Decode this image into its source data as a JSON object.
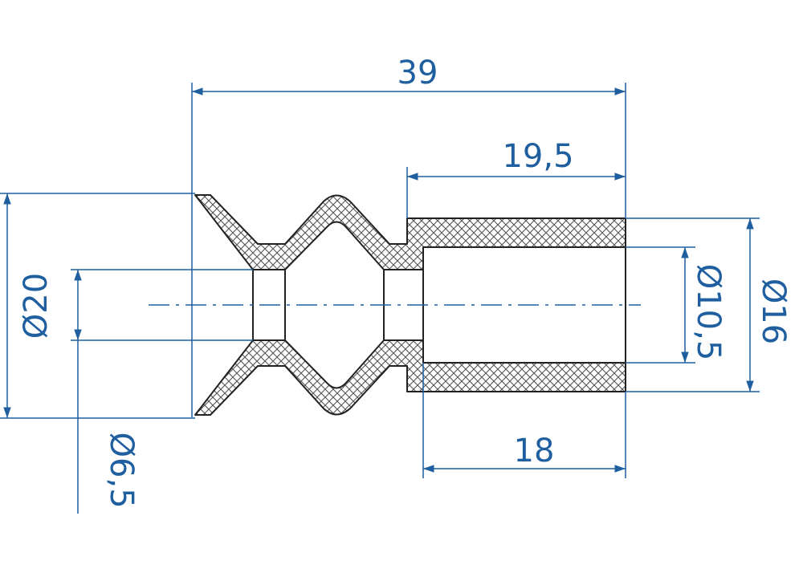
{
  "colors": {
    "dimension": "#1f5f9f",
    "outline": "#222222",
    "hatch": "#555555",
    "background": "#ffffff"
  },
  "dimensions": {
    "overall_length": "39",
    "sleeve_length_outer": "19,5",
    "sleeve_length_inner": "18",
    "diameter_outer_bellow": "Ø20",
    "diameter_bore": "Ø6,5",
    "diameter_sleeve_inner": "Ø10,5",
    "diameter_sleeve_outer": "Ø16"
  }
}
